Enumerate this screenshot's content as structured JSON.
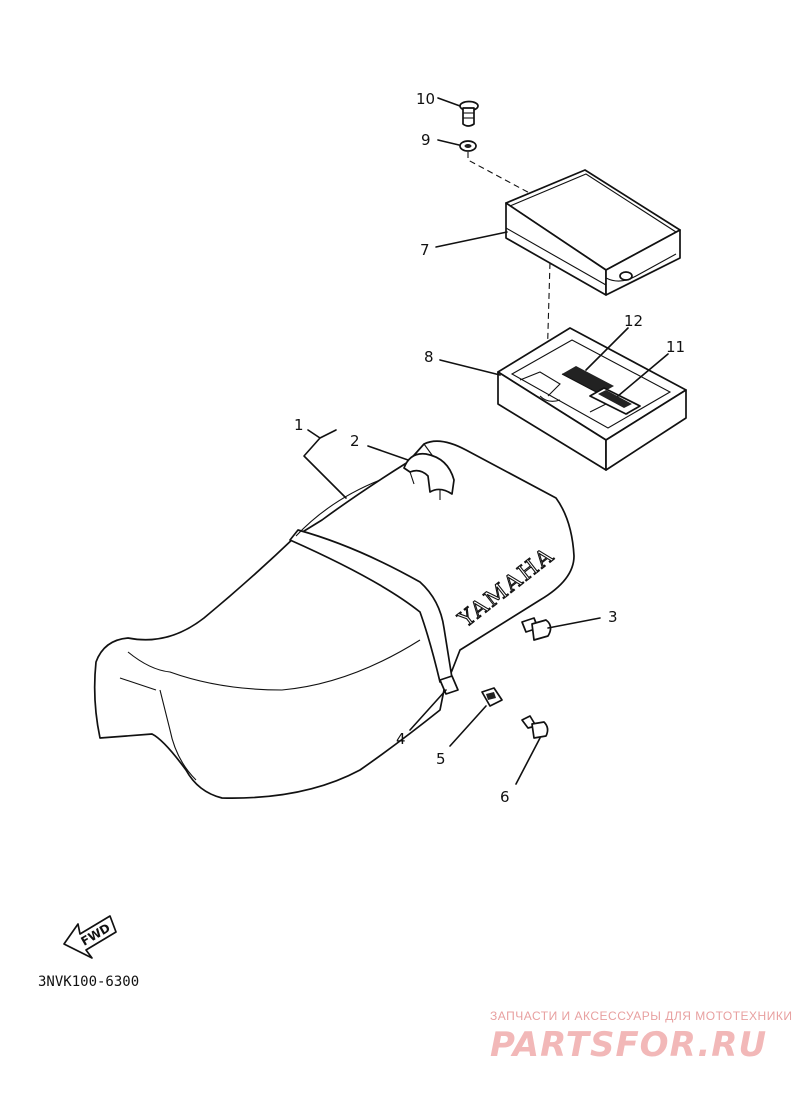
{
  "callouts": [
    "1",
    "2",
    "3",
    "4",
    "5",
    "6",
    "7",
    "8",
    "9",
    "10",
    "11",
    "12"
  ],
  "seat_brand": "YAMAHA",
  "fwd_label": "FWD",
  "diagram_code": "3NVK100-6300",
  "watermark": {
    "tagline": "ЗАПЧАСТИ И АКСЕССУАРЫ ДЛЯ МОТОТЕХНИКИ",
    "logo": "PARTSFOR.RU"
  }
}
